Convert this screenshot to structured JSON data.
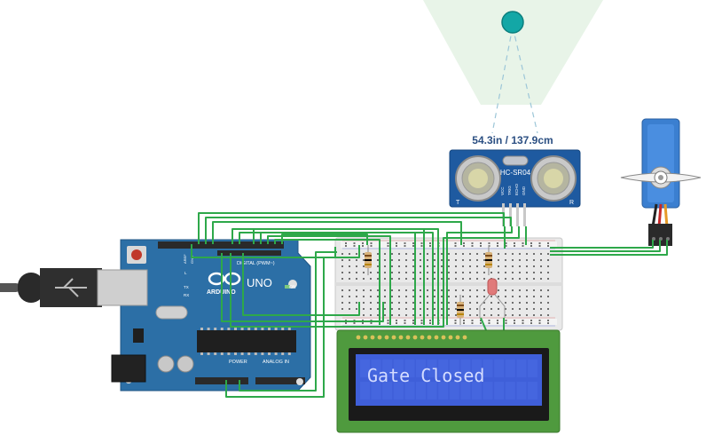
{
  "sensor": {
    "distance_readout": "54.3in / 137.9cm",
    "model_label": "HC-SR04",
    "pin_labels": [
      "VCC",
      "TRIG",
      "ECHO",
      "GND"
    ],
    "side_labels": [
      "T",
      "R"
    ]
  },
  "arduino": {
    "brand_label": "ARDUINO",
    "model_label": "UNO",
    "digital_header_label": "DIGITAL (PWM~)",
    "analog_header_label": "ANALOG IN",
    "power_header_label": "POWER",
    "on_label": "ON",
    "tx_label": "TX",
    "rx_label": "RX",
    "l_label": "L",
    "aref_label": "AREF",
    "gnd_label": "GND"
  },
  "lcd": {
    "text": "Gate Closed",
    "pin_count": 16
  },
  "colors": {
    "wire": "#2ea84a",
    "board": "#2c6fa6",
    "lcd_bg": "#3f5fd9",
    "lcd_text": "#d4dcff",
    "lcd_pcb": "#4f9a3e",
    "sensor_pcb": "#1e5aa0",
    "beam": "#e6f3e6",
    "target": "#13a7a6",
    "led": "#e07a7a",
    "servo": "#3b7fd0"
  }
}
